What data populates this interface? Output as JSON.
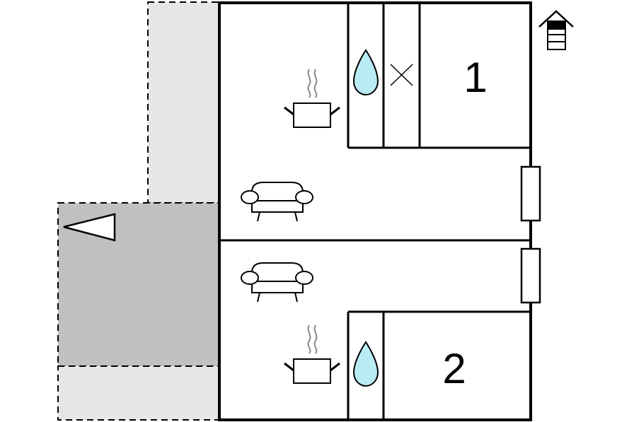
{
  "floorplan": {
    "rooms": [
      {
        "id": "bedroom-1",
        "label": "1"
      },
      {
        "id": "bedroom-2",
        "label": "2"
      }
    ],
    "icons": [
      "house-stairs-icon",
      "kitchen-pot-icon",
      "water-drop-icon",
      "toilet-cross-icon",
      "sofa-icon",
      "entrance-arrow-icon"
    ],
    "colors": {
      "wall": "#000000",
      "terrace": "#e6e6e6",
      "covered_area": "#c0c0c0",
      "water": "#b8ecf2",
      "steam": "#888888",
      "background": "#ffffff"
    }
  }
}
